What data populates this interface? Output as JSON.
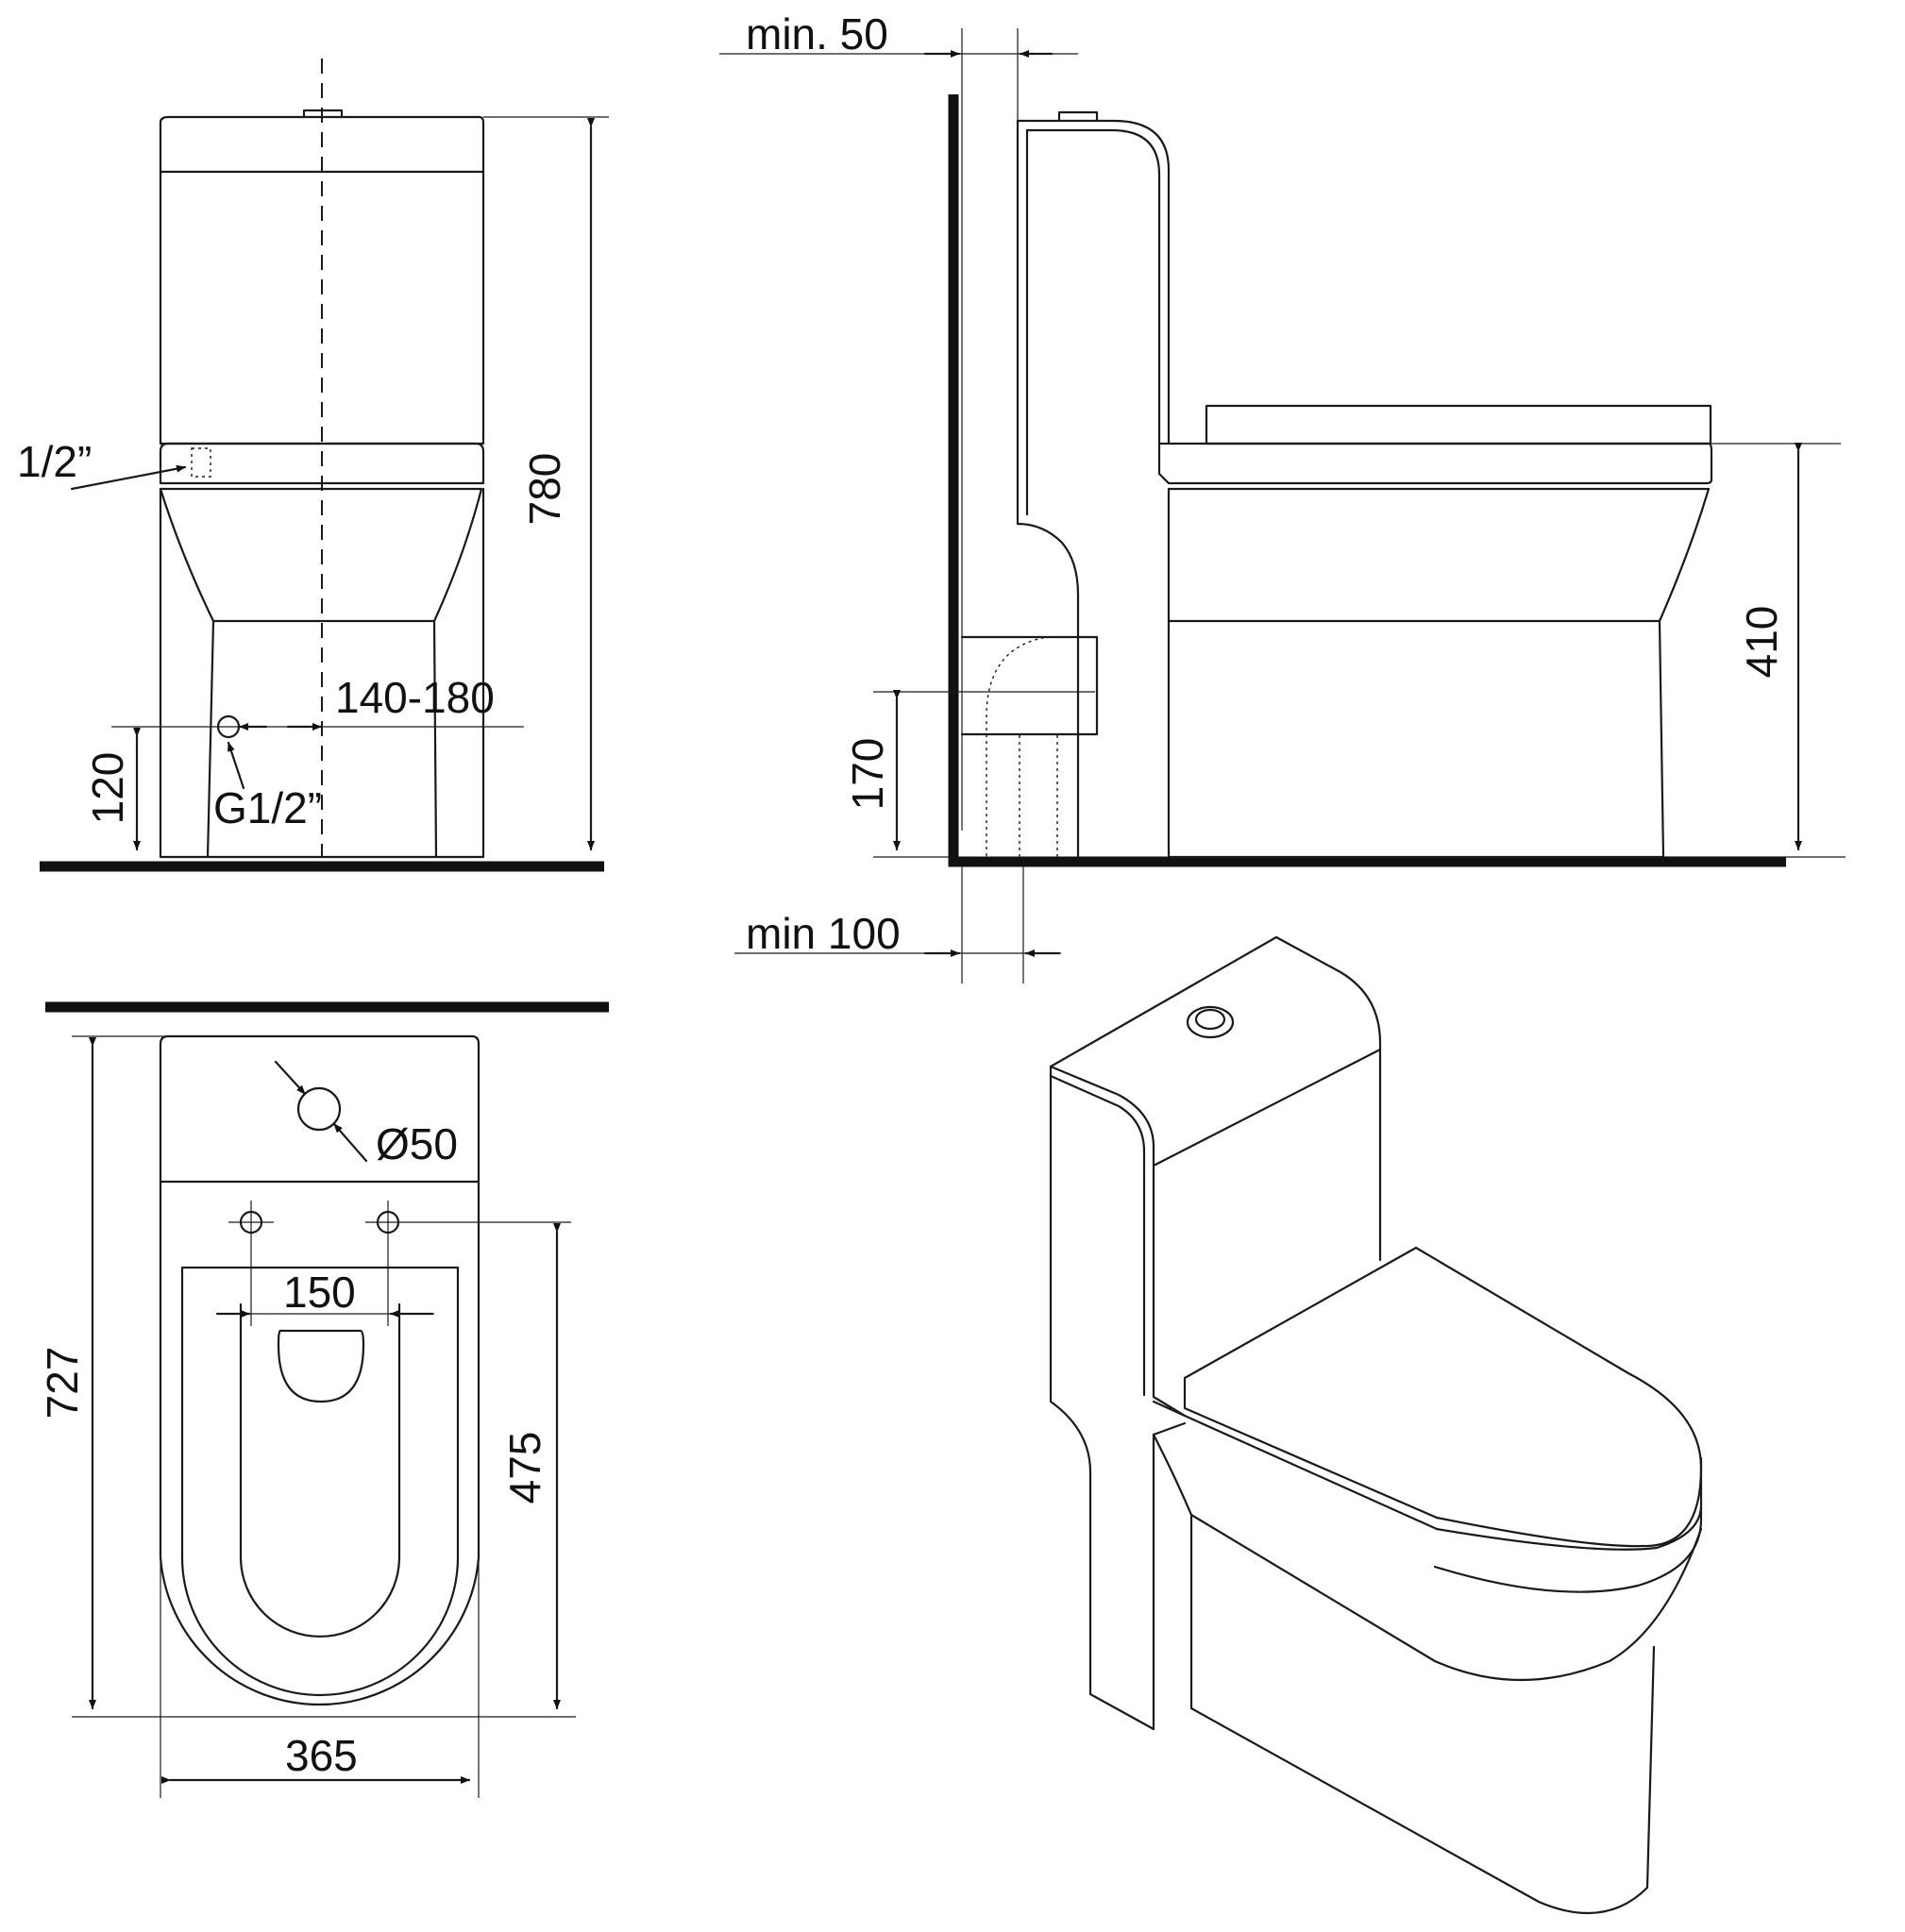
{
  "front_view": {
    "height_label": "780",
    "inlet_label": "1/2”",
    "offset_label": "140-180",
    "inlet_height_label": "120",
    "connector_label": "G1/2”"
  },
  "side_view": {
    "wall_gap_label": "min. 50",
    "outlet_height_label": "170",
    "seat_height_label": "410",
    "outlet_distance_label": "min 100"
  },
  "top_view": {
    "depth_label": "727",
    "pipe_diameter_label": "Ø50",
    "bolt_spacing_label": "150",
    "seat_depth_label": "475",
    "width_label": "365"
  }
}
